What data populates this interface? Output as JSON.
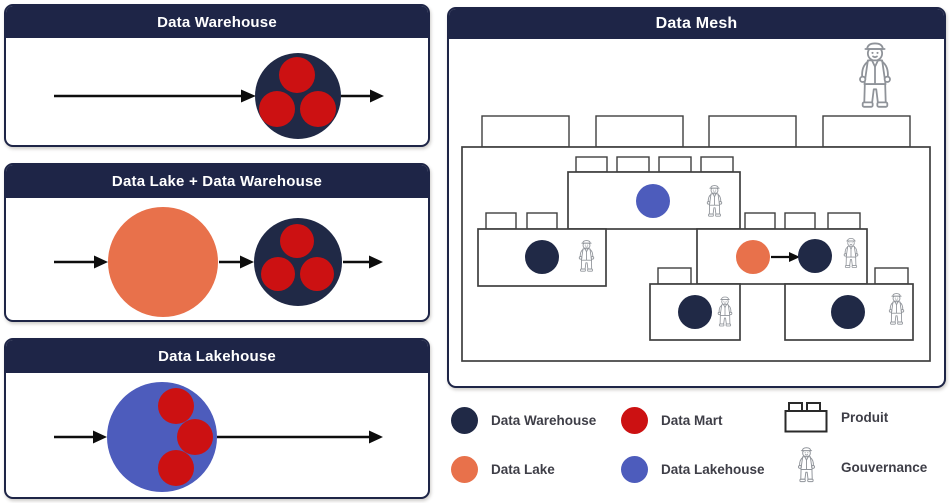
{
  "panels": {
    "warehouse": {
      "title": "Data Warehouse"
    },
    "lake_warehouse": {
      "title": "Data Lake + Data Warehouse"
    },
    "lakehouse": {
      "title": "Data Lakehouse"
    },
    "mesh": {
      "title": "Data Mesh"
    }
  },
  "flows": {
    "warehouse": [
      "arrow",
      "data_warehouse_with_3_data_marts",
      "arrow"
    ],
    "lake_warehouse": [
      "arrow",
      "data_lake",
      "arrow",
      "data_warehouse_with_3_data_marts",
      "arrow"
    ],
    "lakehouse": [
      "arrow",
      "data_lakehouse_with_3_data_marts",
      "arrow"
    ]
  },
  "mesh": {
    "base_studs": 4,
    "global_governance_figure": true,
    "bricks": [
      {
        "studs": 4,
        "contains": [
          "data_lakehouse"
        ],
        "governance_figure": true
      },
      {
        "studs": 2,
        "contains": [
          "data_warehouse"
        ],
        "governance_figure": true
      },
      {
        "studs": 3,
        "contains": [
          "data_lake",
          "arrow",
          "data_warehouse"
        ],
        "governance_figure": true
      },
      {
        "studs": 1,
        "contains": [
          "data_warehouse"
        ],
        "governance_figure": true
      },
      {
        "studs": 1,
        "contains": [
          "data_warehouse"
        ],
        "governance_figure": true
      }
    ]
  },
  "legend": {
    "items": [
      {
        "label": "Data Warehouse",
        "swatch": "data-warehouse-circle"
      },
      {
        "label": "Data Mart",
        "swatch": "data-mart-circle"
      },
      {
        "label": "Produit",
        "swatch": "brick-icon"
      },
      {
        "label": "Data Lake",
        "swatch": "data-lake-circle"
      },
      {
        "label": "Data Lakehouse",
        "swatch": "data-lakehouse-circle"
      },
      {
        "label": "Gouvernance",
        "swatch": "figure-icon"
      }
    ]
  },
  "colors": {
    "panel_border": "#1e2547",
    "header_bg": "#1e2547",
    "header_text": "#ffffff",
    "data_warehouse": "#202946",
    "data_mart": "#cc1112",
    "data_lake": "#e8714b",
    "data_lakehouse": "#4d5cbc",
    "arrow": "#0d0d0d",
    "brick_stroke": "#3f3f3f",
    "figure_stroke": "#8f9399",
    "legend_text": "#3e3e47",
    "canvas_bg": "#ffffff"
  }
}
